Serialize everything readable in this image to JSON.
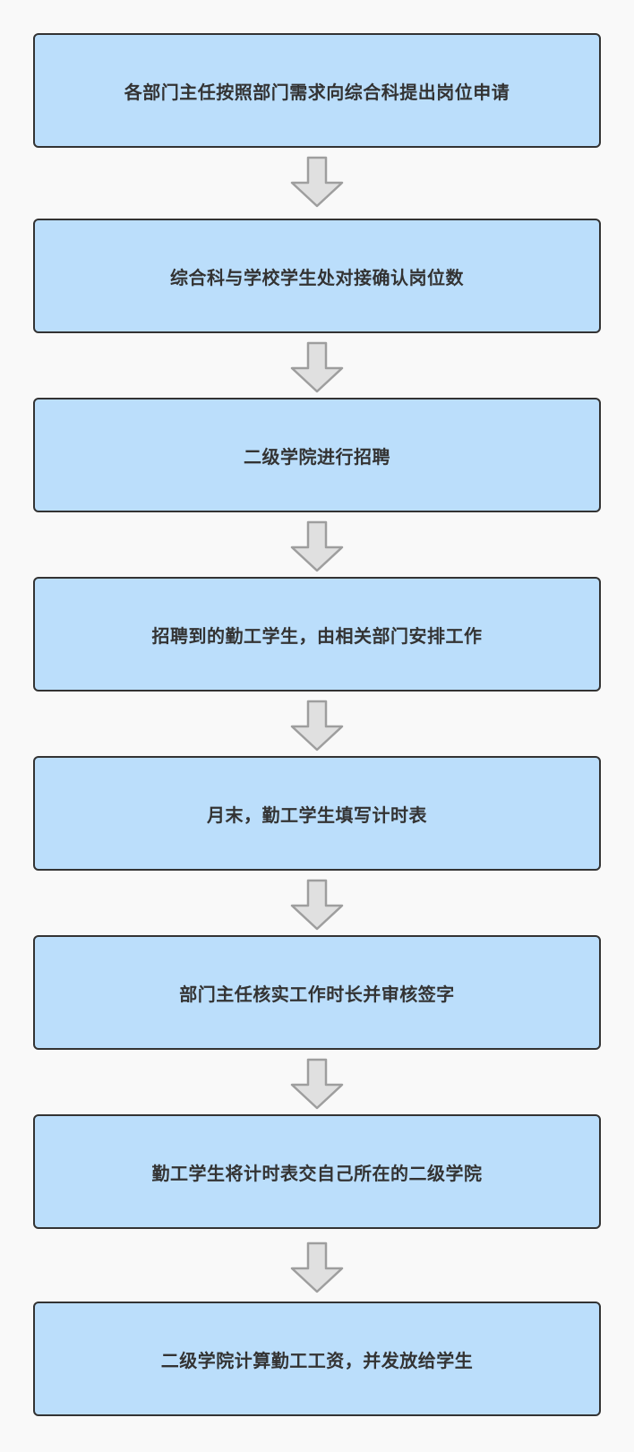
{
  "diagram": {
    "steps": [
      {
        "label": "各部门主任按照部门需求向综合科提出岗位申请"
      },
      {
        "label": "综合科与学校学生处对接确认岗位数"
      },
      {
        "label": "二级学院进行招聘"
      },
      {
        "label": "招聘到的勤工学生，由相关部门安排工作"
      },
      {
        "label": "月末，勤工学生填写计时表"
      },
      {
        "label": "部门主任核实工作时长并审核签字"
      },
      {
        "label": "勤工学生将计时表交自己所在的二级学院"
      },
      {
        "label": "二级学院计算勤工工资，并发放给学生"
      }
    ]
  },
  "colors": {
    "step_fill": "#bbdefb",
    "step_border": "#333333",
    "arrow_fill": "#e0e0e0",
    "arrow_stroke": "#9e9e9e",
    "background": "#f9f9f9"
  }
}
